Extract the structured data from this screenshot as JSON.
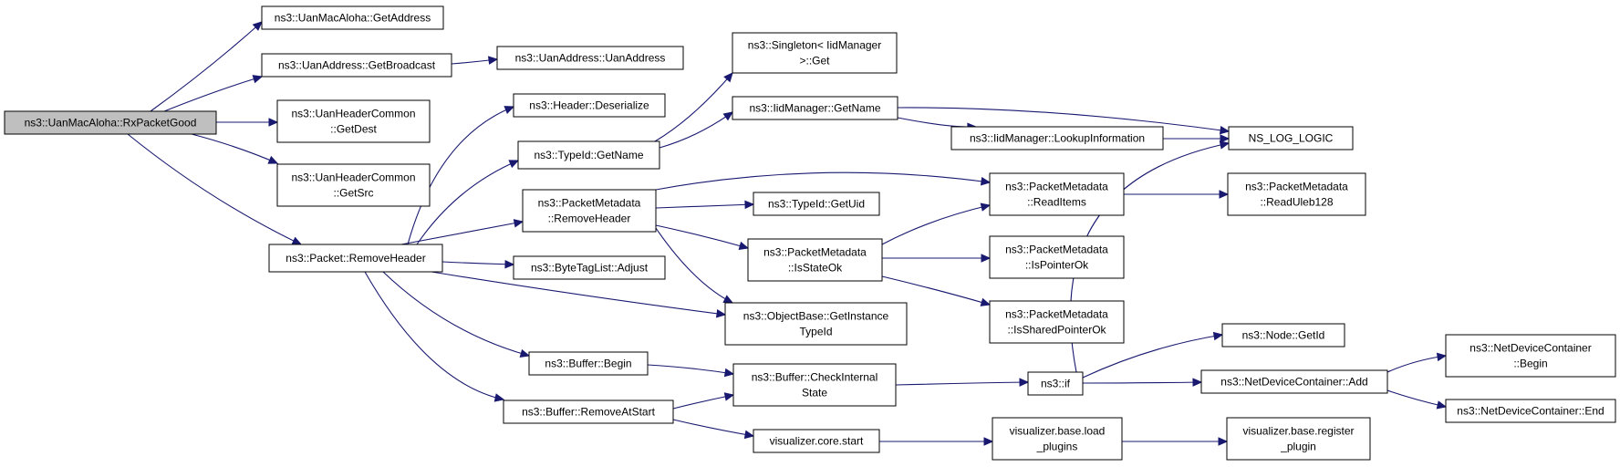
{
  "graph": {
    "edge_color": "#191970",
    "root_fill": "#bfbfbf",
    "nodes": [
      {
        "id": "rxpacketgood",
        "lines": [
          "ns3::UanMacAloha::RxPacketGood"
        ],
        "root": true
      },
      {
        "id": "getaddress",
        "lines": [
          "ns3::UanMacAloha::GetAddress"
        ]
      },
      {
        "id": "getbroadcast",
        "lines": [
          "ns3::UanAddress::GetBroadcast"
        ]
      },
      {
        "id": "uanaddress",
        "lines": [
          "ns3::UanAddress::UanAddress"
        ]
      },
      {
        "id": "getdest",
        "lines": [
          "ns3::UanHeaderCommon",
          "::GetDest"
        ]
      },
      {
        "id": "getsrc",
        "lines": [
          "ns3::UanHeaderCommon",
          "::GetSrc"
        ]
      },
      {
        "id": "packet-removeheader",
        "lines": [
          "ns3::Packet::RemoveHeader"
        ]
      },
      {
        "id": "header-deserialize",
        "lines": [
          "ns3::Header::Deserialize"
        ]
      },
      {
        "id": "typeid-getname",
        "lines": [
          "ns3::TypeId::GetName"
        ]
      },
      {
        "id": "singleton-get",
        "lines": [
          "ns3::Singleton< IidManager",
          ">::Get"
        ]
      },
      {
        "id": "iidmanager-getname",
        "lines": [
          "ns3::IidManager::GetName"
        ]
      },
      {
        "id": "lookupinformation",
        "lines": [
          "ns3::IidManager::LookupInformation"
        ]
      },
      {
        "id": "ns-log-logic",
        "lines": [
          "NS_LOG_LOGIC"
        ]
      },
      {
        "id": "pm-removeheader",
        "lines": [
          "ns3::PacketMetadata",
          "::RemoveHeader"
        ]
      },
      {
        "id": "typeid-getuid",
        "lines": [
          "ns3::TypeId::GetUid"
        ]
      },
      {
        "id": "pm-readitems",
        "lines": [
          "ns3::PacketMetadata",
          "::ReadItems"
        ]
      },
      {
        "id": "pm-readuleb128",
        "lines": [
          "ns3::PacketMetadata",
          "::ReadUleb128"
        ]
      },
      {
        "id": "pm-isstateok",
        "lines": [
          "ns3::PacketMetadata",
          "::IsStateOk"
        ]
      },
      {
        "id": "pm-ispointerok",
        "lines": [
          "ns3::PacketMetadata",
          "::IsPointerOk"
        ]
      },
      {
        "id": "pm-issharedpointerok",
        "lines": [
          "ns3::PacketMetadata",
          "::IsSharedPointerOk"
        ]
      },
      {
        "id": "bytetaglist-adjust",
        "lines": [
          "ns3::ByteTagList::Adjust"
        ]
      },
      {
        "id": "getinstancetypeid",
        "lines": [
          "ns3::ObjectBase::GetInstance",
          "TypeId"
        ]
      },
      {
        "id": "buffer-begin",
        "lines": [
          "ns3::Buffer::Begin"
        ]
      },
      {
        "id": "buffer-checkinternalstate",
        "lines": [
          "ns3::Buffer::CheckInternal",
          "State"
        ]
      },
      {
        "id": "buffer-removeatstart",
        "lines": [
          "ns3::Buffer::RemoveAtStart"
        ]
      },
      {
        "id": "ns3-if",
        "lines": [
          "ns3::if"
        ]
      },
      {
        "id": "node-getid",
        "lines": [
          "ns3::Node::GetId"
        ]
      },
      {
        "id": "ndc-add",
        "lines": [
          "ns3::NetDeviceContainer::Add"
        ]
      },
      {
        "id": "ndc-begin",
        "lines": [
          "ns3::NetDeviceContainer",
          "::Begin"
        ]
      },
      {
        "id": "ndc-end",
        "lines": [
          "ns3::NetDeviceContainer::End"
        ]
      },
      {
        "id": "visualizer-core-start",
        "lines": [
          "visualizer.core.start"
        ]
      },
      {
        "id": "visualizer-load-plugins",
        "lines": [
          "visualizer.base.load",
          "_plugins"
        ]
      },
      {
        "id": "visualizer-register-plugin",
        "lines": [
          "visualizer.base.register",
          "_plugin"
        ]
      }
    ],
    "edges": [
      [
        "rxpacketgood",
        "getaddress"
      ],
      [
        "rxpacketgood",
        "getbroadcast"
      ],
      [
        "rxpacketgood",
        "getdest"
      ],
      [
        "rxpacketgood",
        "getsrc"
      ],
      [
        "rxpacketgood",
        "packet-removeheader"
      ],
      [
        "getbroadcast",
        "uanaddress"
      ],
      [
        "packet-removeheader",
        "header-deserialize"
      ],
      [
        "packet-removeheader",
        "typeid-getname"
      ],
      [
        "packet-removeheader",
        "pm-removeheader"
      ],
      [
        "packet-removeheader",
        "bytetaglist-adjust"
      ],
      [
        "packet-removeheader",
        "getinstancetypeid"
      ],
      [
        "packet-removeheader",
        "buffer-begin"
      ],
      [
        "packet-removeheader",
        "buffer-removeatstart"
      ],
      [
        "typeid-getname",
        "singleton-get"
      ],
      [
        "typeid-getname",
        "iidmanager-getname"
      ],
      [
        "iidmanager-getname",
        "ns-log-logic"
      ],
      [
        "iidmanager-getname",
        "lookupinformation"
      ],
      [
        "lookupinformation",
        "ns-log-logic"
      ],
      [
        "pm-removeheader",
        "pm-readitems"
      ],
      [
        "pm-removeheader",
        "typeid-getuid"
      ],
      [
        "pm-removeheader",
        "pm-isstateok"
      ],
      [
        "pm-removeheader",
        "getinstancetypeid"
      ],
      [
        "pm-isstateok",
        "pm-readitems"
      ],
      [
        "pm-isstateok",
        "pm-ispointerok"
      ],
      [
        "pm-isstateok",
        "pm-issharedpointerok"
      ],
      [
        "pm-readitems",
        "pm-readuleb128"
      ],
      [
        "buffer-begin",
        "buffer-checkinternalstate"
      ],
      [
        "buffer-removeatstart",
        "buffer-checkinternalstate"
      ],
      [
        "buffer-removeatstart",
        "visualizer-core-start"
      ],
      [
        "buffer-checkinternalstate",
        "ns3-if"
      ],
      [
        "ns3-if",
        "ns-log-logic"
      ],
      [
        "ns3-if",
        "node-getid"
      ],
      [
        "ns3-if",
        "ndc-add"
      ],
      [
        "ndc-add",
        "ndc-begin"
      ],
      [
        "ndc-add",
        "ndc-end"
      ],
      [
        "visualizer-core-start",
        "visualizer-load-plugins"
      ],
      [
        "visualizer-load-plugins",
        "visualizer-register-plugin"
      ]
    ]
  }
}
